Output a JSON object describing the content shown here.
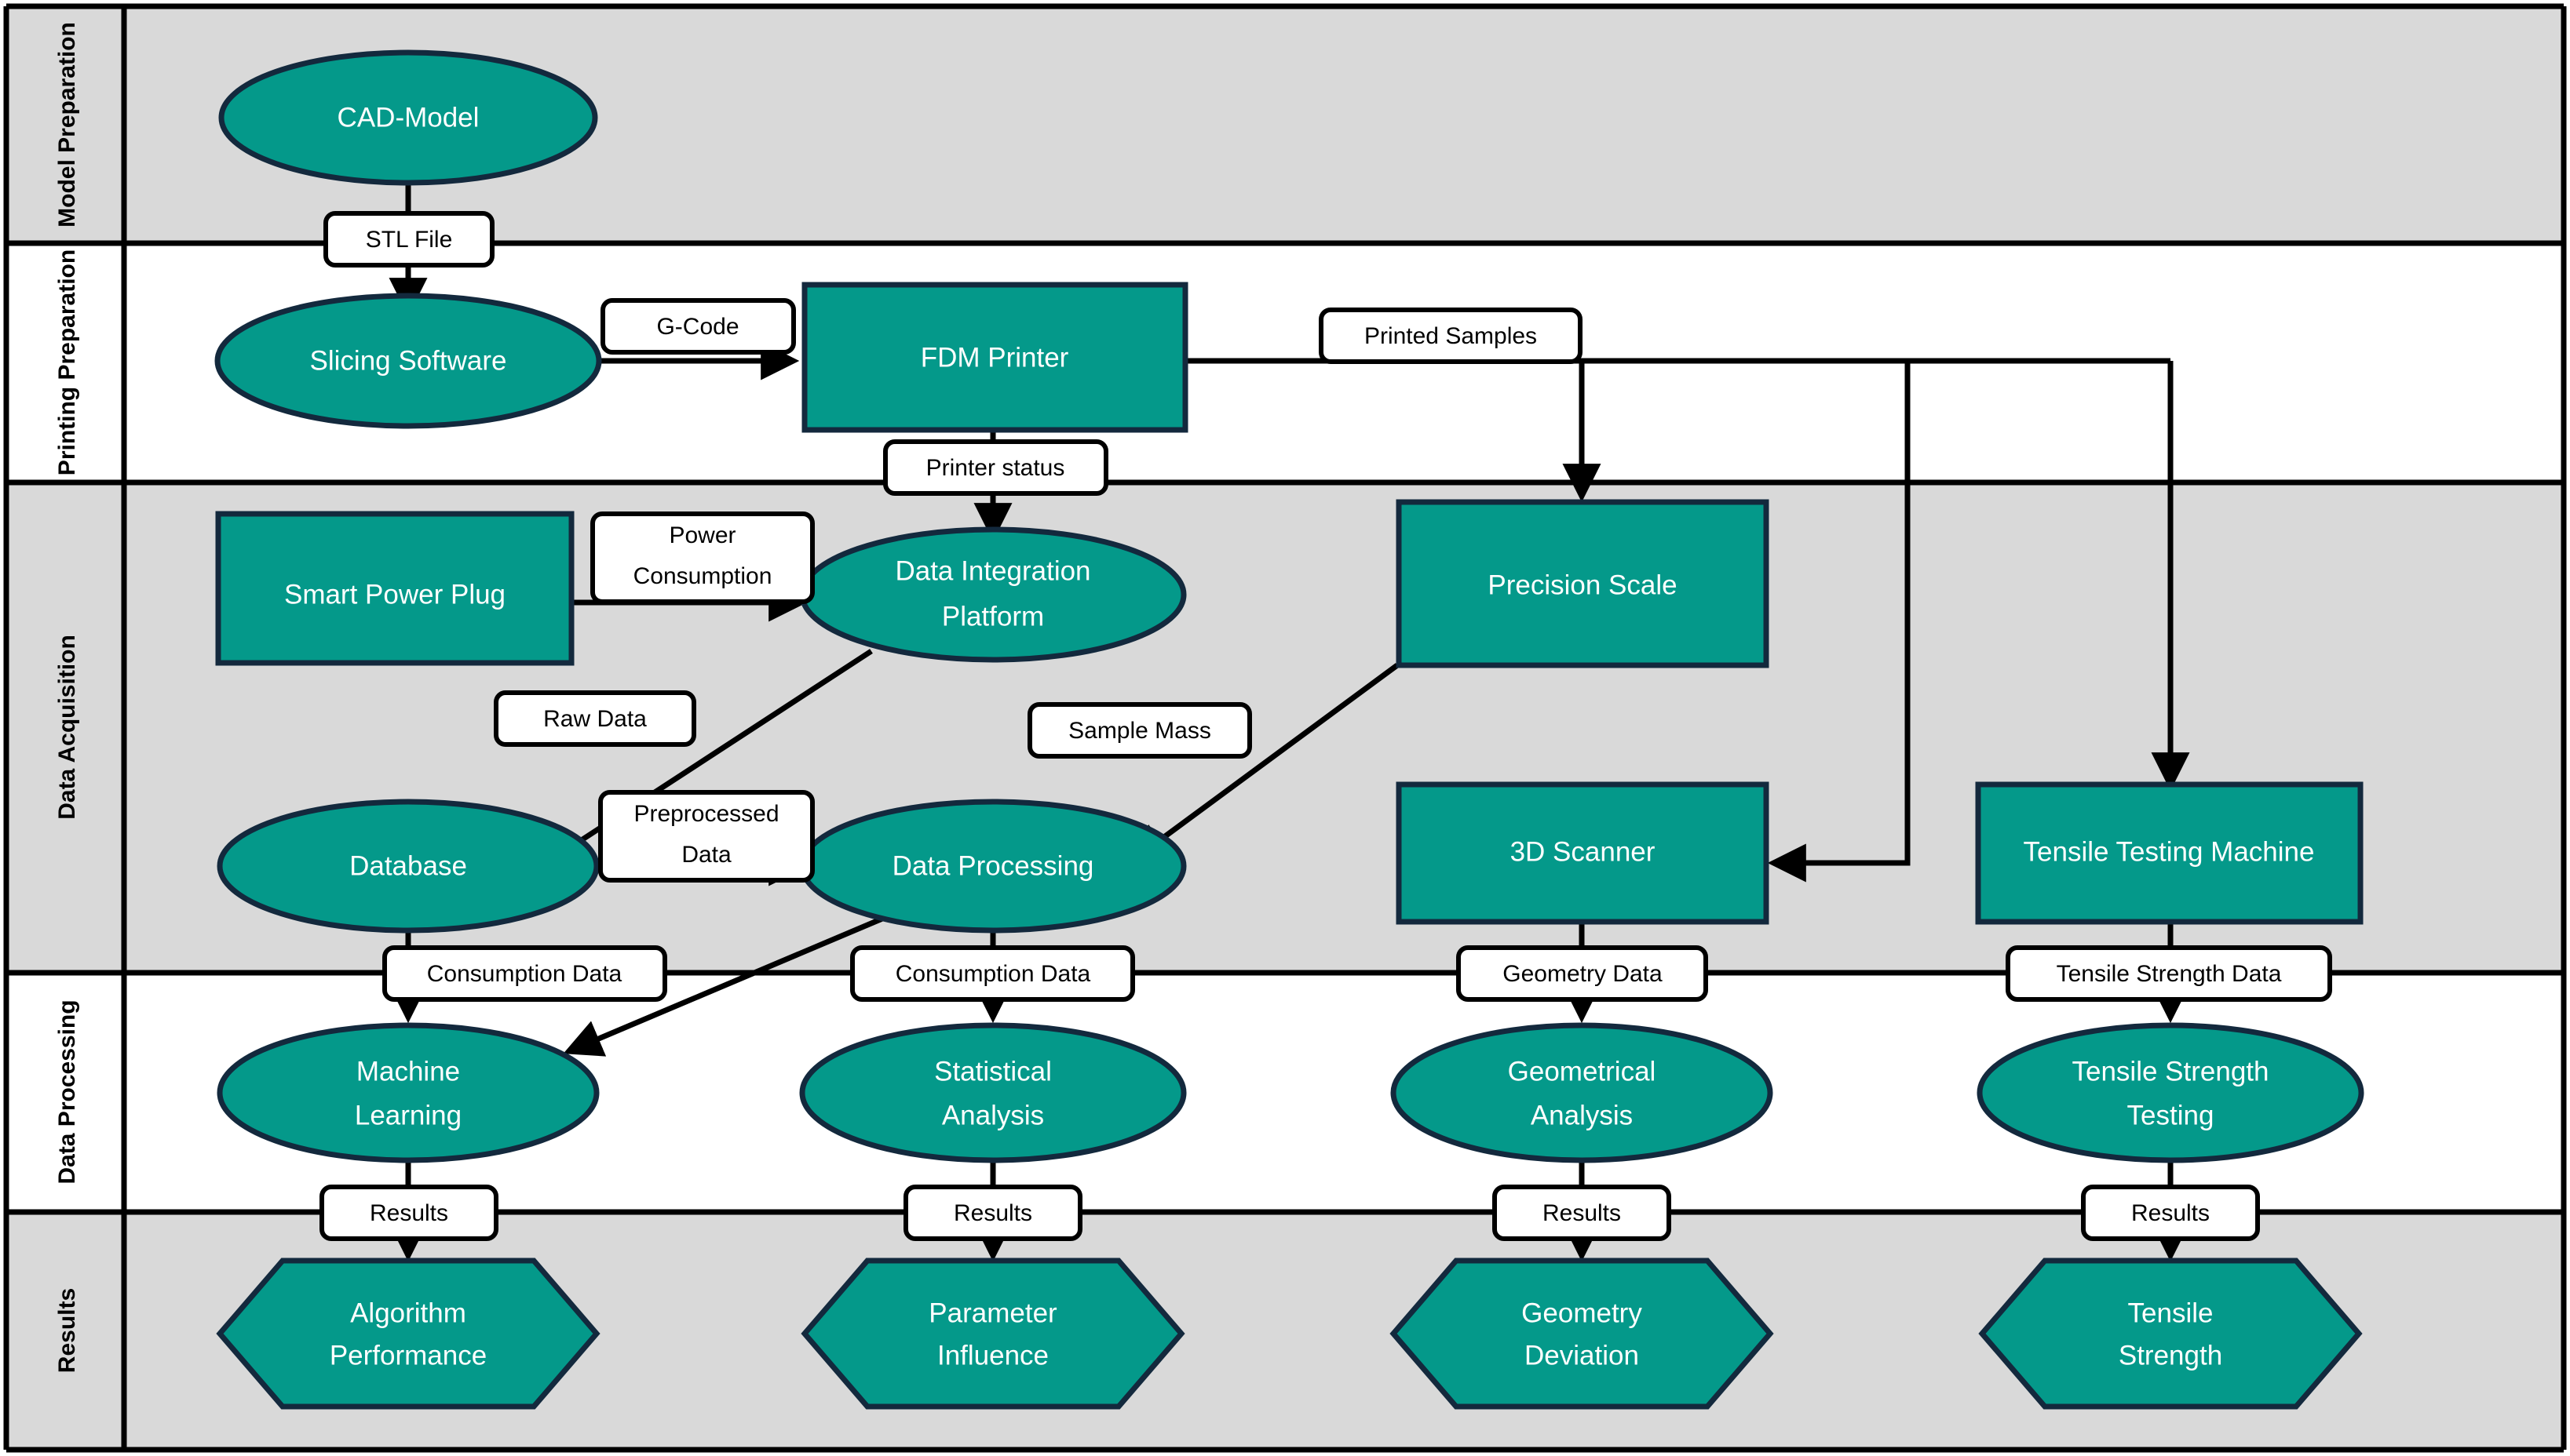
{
  "diagram": {
    "title": "FDM Printing Process and Data Pipeline Swimlane Diagram",
    "colors": {
      "node_fill": "#04998a",
      "node_border": "#13293d",
      "lane_gray": "#d9d9d9",
      "lane_white": "#ffffff",
      "line": "#000000",
      "node_text": "#ffffff"
    },
    "lanes": [
      {
        "id": "lane-model-preparation",
        "label": "Model Preparation",
        "background": "gray"
      },
      {
        "id": "lane-printing-preparation",
        "label": "Printing Preparation",
        "background": "white"
      },
      {
        "id": "lane-data-acquisition",
        "label": "Data Acquisition",
        "background": "gray"
      },
      {
        "id": "lane-data-processing",
        "label": "Data Processing",
        "background": "white"
      },
      {
        "id": "lane-results",
        "label": "Results",
        "background": "gray"
      }
    ],
    "nodes": [
      {
        "id": "cad-model",
        "label": "CAD-Model",
        "shape": "ellipse",
        "lane": "Model Preparation"
      },
      {
        "id": "slicing-software",
        "label": "Slicing Software",
        "shape": "ellipse",
        "lane": "Printing Preparation"
      },
      {
        "id": "fdm-printer",
        "label": "FDM Printer",
        "shape": "rect",
        "lane": "Printing Preparation"
      },
      {
        "id": "smart-power-plug",
        "label": "Smart Power Plug",
        "shape": "rect",
        "lane": "Data Acquisition"
      },
      {
        "id": "data-integration-platform",
        "label": "Data Integration Platform",
        "shape": "ellipse",
        "lane": "Data Acquisition"
      },
      {
        "id": "precision-scale",
        "label": "Precision Scale",
        "shape": "rect",
        "lane": "Data Acquisition"
      },
      {
        "id": "database",
        "label": "Database",
        "shape": "ellipse",
        "lane": "Data Acquisition"
      },
      {
        "id": "data-processing-node",
        "label": "Data Processing",
        "shape": "ellipse",
        "lane": "Data Acquisition"
      },
      {
        "id": "3d-scanner",
        "label": "3D Scanner",
        "shape": "rect",
        "lane": "Data Acquisition"
      },
      {
        "id": "tensile-testing-machine",
        "label": "Tensile Testing Machine",
        "shape": "rect",
        "lane": "Data Acquisition"
      },
      {
        "id": "machine-learning",
        "label": "Machine Learning",
        "shape": "ellipse",
        "lane": "Data Processing"
      },
      {
        "id": "statistical-analysis",
        "label": "Statistical Analysis",
        "shape": "ellipse",
        "lane": "Data Processing"
      },
      {
        "id": "geometrical-analysis",
        "label": "Geometrical Analysis",
        "shape": "ellipse",
        "lane": "Data Processing"
      },
      {
        "id": "tensile-strength-testing",
        "label": "Tensile Strength Testing",
        "shape": "ellipse",
        "lane": "Data Processing"
      },
      {
        "id": "algorithm-performance",
        "label": "Algorithm Performance",
        "shape": "hexagon",
        "lane": "Results"
      },
      {
        "id": "parameter-influence",
        "label": "Parameter Influence",
        "shape": "hexagon",
        "lane": "Results"
      },
      {
        "id": "geometry-deviation",
        "label": "Geometry Deviation",
        "shape": "hexagon",
        "lane": "Results"
      },
      {
        "id": "tensile-strength",
        "label": "Tensile Strength",
        "shape": "hexagon",
        "lane": "Results"
      }
    ],
    "node_labels": {
      "cad_model": "CAD-Model",
      "slicing_software": "Slicing Software",
      "fdm_printer": "FDM Printer",
      "smart_power_plug": "Smart Power Plug",
      "data_integration_platform_l1": "Data Integration",
      "data_integration_platform_l2": "Platform",
      "precision_scale": "Precision Scale",
      "database": "Database",
      "data_processing": "Data Processing",
      "scanner_3d": "3D Scanner",
      "tensile_testing_machine": "Tensile Testing Machine",
      "machine_learning_l1": "Machine",
      "machine_learning_l2": "Learning",
      "statistical_analysis_l1": "Statistical",
      "statistical_analysis_l2": "Analysis",
      "geometrical_analysis_l1": "Geometrical",
      "geometrical_analysis_l2": "Analysis",
      "tensile_strength_testing_l1": "Tensile Strength",
      "tensile_strength_testing_l2": "Testing",
      "algorithm_performance_l1": "Algorithm",
      "algorithm_performance_l2": "Performance",
      "parameter_influence_l1": "Parameter",
      "parameter_influence_l2": "Influence",
      "geometry_deviation_l1": "Geometry",
      "geometry_deviation_l2": "Deviation",
      "tensile_strength_l1": "Tensile",
      "tensile_strength_l2": "Strength"
    },
    "edges": [
      {
        "id": "edge-stl-file",
        "label": "STL File",
        "from": "cad-model",
        "to": "slicing-software"
      },
      {
        "id": "edge-g-code",
        "label": "G-Code",
        "from": "slicing-software",
        "to": "fdm-printer"
      },
      {
        "id": "edge-printer-status",
        "label": "Printer status",
        "from": "fdm-printer",
        "to": "data-integration-platform"
      },
      {
        "id": "edge-printed-samples",
        "label": "Printed Samples",
        "from": "fdm-printer",
        "to": "precision-scale, 3d-scanner, tensile-testing-machine"
      },
      {
        "id": "edge-power-consumption",
        "label": "Power Consumption",
        "from": "smart-power-plug",
        "to": "data-integration-platform"
      },
      {
        "id": "edge-raw-data",
        "label": "Raw Data",
        "from": "data-integration-platform",
        "to": "database"
      },
      {
        "id": "edge-preprocessed-data",
        "label": "Preprocessed Data",
        "from": "database",
        "to": "data-processing-node"
      },
      {
        "id": "edge-sample-mass",
        "label": "Sample Mass",
        "from": "precision-scale",
        "to": "data-processing-node"
      },
      {
        "id": "edge-consumption-data-ml",
        "label": "Consumption Data",
        "from": "database",
        "to": "machine-learning"
      },
      {
        "id": "edge-consumption-data-sa",
        "label": "Consumption Data",
        "from": "data-processing-node",
        "to": "statistical-analysis"
      },
      {
        "id": "edge-dataproc-to-ml",
        "label": "",
        "from": "data-processing-node",
        "to": "machine-learning"
      },
      {
        "id": "edge-geometry-data",
        "label": "Geometry Data",
        "from": "3d-scanner",
        "to": "geometrical-analysis"
      },
      {
        "id": "edge-tensile-strength-data",
        "label": "Tensile Strength Data",
        "from": "tensile-testing-machine",
        "to": "tensile-strength-testing"
      },
      {
        "id": "edge-results-1",
        "label": "Results",
        "from": "machine-learning",
        "to": "algorithm-performance"
      },
      {
        "id": "edge-results-2",
        "label": "Results",
        "from": "statistical-analysis",
        "to": "parameter-influence"
      },
      {
        "id": "edge-results-3",
        "label": "Results",
        "from": "geometrical-analysis",
        "to": "geometry-deviation"
      },
      {
        "id": "edge-results-4",
        "label": "Results",
        "from": "tensile-strength-testing",
        "to": "tensile-strength"
      }
    ],
    "edge_labels": {
      "stl_file": "STL File",
      "g_code": "G-Code",
      "printer_status": "Printer status",
      "printed_samples": "Printed Samples",
      "power_consumption_l1": "Power",
      "power_consumption_l2": "Consumption",
      "raw_data": "Raw Data",
      "preprocessed_data_l1": "Preprocessed",
      "preprocessed_data_l2": "Data",
      "sample_mass": "Sample Mass",
      "consumption_data_left": "Consumption Data",
      "consumption_data_mid": "Consumption Data",
      "geometry_data": "Geometry Data",
      "tensile_strength_data": "Tensile Strength Data",
      "results_1": "Results",
      "results_2": "Results",
      "results_3": "Results",
      "results_4": "Results"
    }
  }
}
